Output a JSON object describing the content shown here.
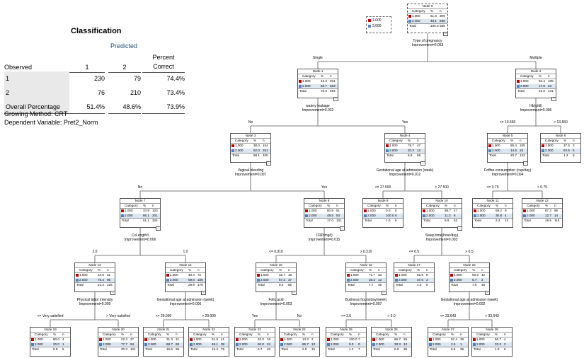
{
  "classification": {
    "title": "Classification",
    "predicted_header": "Predicted",
    "col_observed": "Observed",
    "col_1": "1",
    "col_2": "2",
    "col_pct_line1": "Percent",
    "col_pct_line2": "Correct",
    "rows": [
      {
        "label": "1",
        "v1": "230",
        "v2": "79",
        "pct": "74.4%"
      },
      {
        "label": "2",
        "v1": "76",
        "v2": "210",
        "pct": "73.4%"
      },
      {
        "label": "Overall Percentage",
        "v1": "51.4%",
        "v2": "48.6%",
        "pct": "73.9%"
      }
    ],
    "note_method": "Growing Method: CRT",
    "note_dep": "Dependent Variable: Pret2_Norm"
  },
  "legend": {
    "red_label": "1.000",
    "blue_label": "2.000"
  },
  "colors": {
    "category_1": "#c00000",
    "category_2": "#4f81bd"
  },
  "tree": {
    "hdr": {
      "category": "Category",
      "pct": "%",
      "n": "n",
      "total": "Total"
    },
    "nodes": [
      {
        "id": "Node 0",
        "a_cat": "1.000",
        "a_pct": "51.9",
        "a_n": "309",
        "b_cat": "2.000",
        "b_pct": "48.1",
        "b_n": "286",
        "t_pct": "100.0",
        "t_n": "595"
      },
      {
        "id": "Node 1",
        "a_cat": "1.000",
        "a_pct": "43.3",
        "a_n": "201",
        "b_cat": "2.000",
        "b_pct": "56.7",
        "b_n": "263",
        "t_pct": "78.0",
        "t_n": "464"
      },
      {
        "id": "Node 2",
        "a_cat": "1.000",
        "a_pct": "82.4",
        "a_n": "108",
        "b_cat": "2.000",
        "b_pct": "17.6",
        "b_n": "23",
        "t_pct": "22.0",
        "t_n": "131"
      },
      {
        "id": "Node 3",
        "a_cat": "1.000",
        "a_pct": "38.0",
        "a_n": "154",
        "b_cat": "2.000",
        "b_pct": "62.0",
        "b_n": "251",
        "t_pct": "68.1",
        "t_n": "405"
      },
      {
        "id": "Node 4",
        "a_cat": "1.000",
        "a_pct": "79.7",
        "a_n": "47",
        "b_cat": "2.000",
        "b_pct": "20.3",
        "b_n": "12",
        "t_pct": "9.9",
        "t_n": "59"
      },
      {
        "id": "Node 5",
        "a_cat": "1.000",
        "a_pct": "85.4",
        "a_n": "105",
        "b_cat": "2.000",
        "b_pct": "14.6",
        "b_n": "18",
        "t_pct": "20.7",
        "t_n": "123"
      },
      {
        "id": "Node 6",
        "a_cat": "1.000",
        "a_pct": "37.5",
        "a_n": "3",
        "b_cat": "2.000",
        "b_pct": "62.5",
        "b_n": "5",
        "t_pct": "1.3",
        "t_n": "8"
      },
      {
        "id": "Node 7",
        "a_cat": "1.000",
        "a_pct": "33.9",
        "a_n": "103",
        "b_cat": "2.000",
        "b_pct": "66.1",
        "b_n": "201",
        "t_pct": "51.1",
        "t_n": "304"
      },
      {
        "id": "Node 8",
        "a_cat": "1.000",
        "a_pct": "50.5",
        "a_n": "51",
        "b_cat": "2.000",
        "b_pct": "49.5",
        "b_n": "50",
        "t_pct": "17.0",
        "t_n": "101"
      },
      {
        "id": "Node 9",
        "a_cat": "1.000",
        "a_pct": "0.0",
        "a_n": "0",
        "b_cat": "2.000",
        "b_pct": "100.0",
        "b_n": "6",
        "t_pct": "1.0",
        "t_n": "6"
      },
      {
        "id": "Node 10",
        "a_cat": "1.000",
        "a_pct": "88.7",
        "a_n": "47",
        "b_cat": "2.000",
        "b_pct": "11.3",
        "b_n": "6",
        "t_pct": "8.9",
        "t_n": "53"
      },
      {
        "id": "Node 11",
        "a_cat": "1.000",
        "a_pct": "69.2",
        "a_n": "9",
        "b_cat": "2.000",
        "b_pct": "30.8",
        "b_n": "4",
        "t_pct": "2.2",
        "t_n": "13"
      },
      {
        "id": "Node 12",
        "a_cat": "1.000",
        "a_pct": "87.3",
        "a_n": "96",
        "b_cat": "2.000",
        "b_pct": "12.7",
        "b_n": "14",
        "t_pct": "18.5",
        "t_n": "110"
      },
      {
        "id": "Node 13",
        "a_cat": "1.000",
        "a_pct": "24.6",
        "a_n": "31",
        "b_cat": "2.000",
        "b_pct": "75.4",
        "b_n": "95",
        "t_pct": "21.2",
        "t_n": "126"
      },
      {
        "id": "Node 14",
        "a_cat": "1.000",
        "a_pct": "40.4",
        "a_n": "72",
        "b_cat": "2.000",
        "b_pct": "59.6",
        "b_n": "106",
        "t_pct": "29.9",
        "t_n": "178"
      },
      {
        "id": "Node 15",
        "a_cat": "1.000",
        "a_pct": "32.7",
        "a_n": "18",
        "b_cat": "2.000",
        "b_pct": "67.3",
        "b_n": "37",
        "t_pct": "9.2",
        "t_n": "55"
      },
      {
        "id": "Node 16",
        "a_cat": "1.000",
        "a_pct": "71.7",
        "a_n": "33",
        "b_cat": "2.000",
        "b_pct": "28.3",
        "b_n": "13",
        "t_pct": "7.7",
        "t_n": "46"
      },
      {
        "id": "Node 17",
        "a_cat": "1.000",
        "a_pct": "62.5",
        "a_n": "5",
        "b_cat": "2.000",
        "b_pct": "37.5",
        "b_n": "3",
        "t_pct": "1.3",
        "t_n": "8"
      },
      {
        "id": "Node 18",
        "a_cat": "1.000",
        "a_pct": "93.3",
        "a_n": "42",
        "b_cat": "2.000",
        "b_pct": "6.7",
        "b_n": "3",
        "t_pct": "7.6",
        "t_n": "45"
      },
      {
        "id": "Node 19",
        "a_cat": "1.000",
        "a_pct": "80.0",
        "a_n": "4",
        "b_cat": "2.000",
        "b_pct": "20.0",
        "b_n": "1",
        "t_pct": "0.8",
        "t_n": "5"
      },
      {
        "id": "Node 20",
        "a_cat": "1.000",
        "a_pct": "22.3",
        "a_n": "27",
        "b_cat": "2.000",
        "b_pct": "77.7",
        "b_n": "94",
        "t_pct": "20.3",
        "t_n": "121"
      },
      {
        "id": "Node 21",
        "a_cat": "1.000",
        "a_pct": "31.3",
        "a_n": "31",
        "b_cat": "2.000",
        "b_pct": "68.7",
        "b_n": "68",
        "t_pct": "16.6",
        "t_n": "99"
      },
      {
        "id": "Node 22",
        "a_cat": "1.000",
        "a_pct": "51.9",
        "a_n": "41",
        "b_cat": "2.000",
        "b_pct": "48.1",
        "b_n": "38",
        "t_pct": "13.3",
        "t_n": "79"
      },
      {
        "id": "Node 23",
        "a_cat": "1.000",
        "a_pct": "40.0",
        "a_n": "16",
        "b_cat": "2.000",
        "b_pct": "60.0",
        "b_n": "24",
        "t_pct": "6.7",
        "t_n": "40"
      },
      {
        "id": "Node 24",
        "a_cat": "1.000",
        "a_pct": "13.3",
        "a_n": "2",
        "b_cat": "2.000",
        "b_pct": "86.7",
        "b_n": "13",
        "t_pct": "2.5",
        "t_n": "15"
      },
      {
        "id": "Node 25",
        "a_cat": "1.000",
        "a_pct": "100.0",
        "a_n": "7",
        "b_cat": "2.000",
        "b_pct": "0.0",
        "b_n": "0",
        "t_pct": "1.2",
        "t_n": "7"
      },
      {
        "id": "Node 26",
        "a_cat": "1.000",
        "a_pct": "66.7",
        "a_n": "26",
        "b_cat": "2.000",
        "b_pct": "33.3",
        "b_n": "13",
        "t_pct": "6.6",
        "t_n": "39"
      },
      {
        "id": "Node 27",
        "a_cat": "1.000",
        "a_pct": "97.4",
        "a_n": "38",
        "b_cat": "2.000",
        "b_pct": "2.6",
        "b_n": "1",
        "t_pct": "6.6",
        "t_n": "39"
      },
      {
        "id": "Node 28",
        "a_cat": "1.000",
        "a_pct": "66.7",
        "a_n": "4",
        "b_cat": "2.000",
        "b_pct": "33.3",
        "b_n": "2",
        "t_pct": "1.0",
        "t_n": "6"
      }
    ],
    "splits": [
      {
        "var": "Type of pregnancy",
        "imp": "Improvement=0.053"
      },
      {
        "var": "watery leakage",
        "imp": "Improvement=0.032"
      },
      {
        "var": "Hb(g/dl)",
        "imp": "Improvement=0.006"
      },
      {
        "var": "Vaginal bleeding",
        "imp": "Improvement=0.007"
      },
      {
        "var": "Gestational age at admission (week)",
        "imp": "Improvement=0.012"
      },
      {
        "var": "Coffee consumption (cup/day)",
        "imp": "Improvement=0.004"
      },
      {
        "var": "CxLength3",
        "imp": "Improvement=0.006"
      },
      {
        "var": "CRP(mg/l)",
        "imp": "Improvement=0.015"
      },
      {
        "var": "Sleep time(hour/day)",
        "imp": "Improvement=0.003"
      },
      {
        "var": "Physical labor intensity",
        "imp": "Improvement=0.009"
      },
      {
        "var": "Gestational age at admission (week)",
        "imp": "Improvement=0.006"
      },
      {
        "var": "Folic acid",
        "imp": "Improvement=0.003"
      },
      {
        "var": "Business hours(day/week)",
        "imp": "Improvement=0.007"
      },
      {
        "var": "Gestational age at admission (week)",
        "imp": "Improvement=0.002"
      }
    ],
    "branches": [
      "Single",
      "Multiple",
      "No",
      "Yes",
      "<= 13.550",
      "> 13.550",
      "No",
      "Yes",
      "<= 27.500",
      "> 27.500",
      "<= 0.75",
      "> 0.75",
      "2.0",
      "1.0",
      "<= 0.310",
      "> 0.310",
      "<= 6.5",
      "> 6.5",
      "<= Very satisfied",
      "> Very satisfied",
      "<= 29.000",
      "> 29.000",
      "Yes",
      "No",
      "<= 3.0",
      "> 3.0",
      "<= 33.643",
      "> 33.643"
    ]
  }
}
